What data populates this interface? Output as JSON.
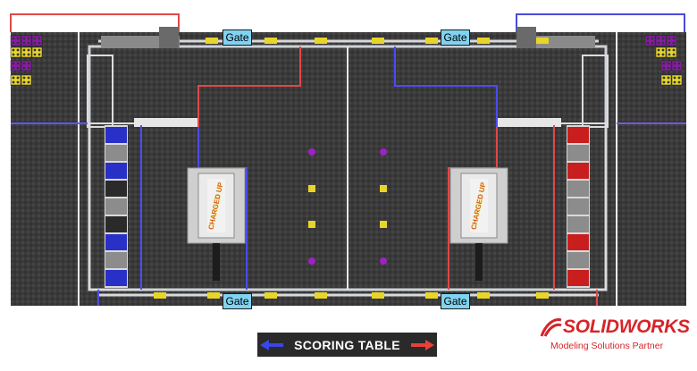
{
  "gates": [
    "Gate",
    "Gate",
    "Gate",
    "Gate"
  ],
  "scoring_table": {
    "label": "SCORING TABLE",
    "left_arrow_color": "#3a46e8",
    "right_arrow_color": "#e8403a"
  },
  "logo": {
    "brand_text": "SOLIDWORKS",
    "tagline": "Modeling Solutions Partner",
    "color": "#d5242a"
  },
  "charge_station_text": "CHARGED UP",
  "colors": {
    "field_carpet": "#3c3c3c",
    "blue_alliance": "#2830c8",
    "red_alliance": "#e03a3a",
    "cube": "#8a1aa8",
    "cone": "#e8d52a"
  }
}
